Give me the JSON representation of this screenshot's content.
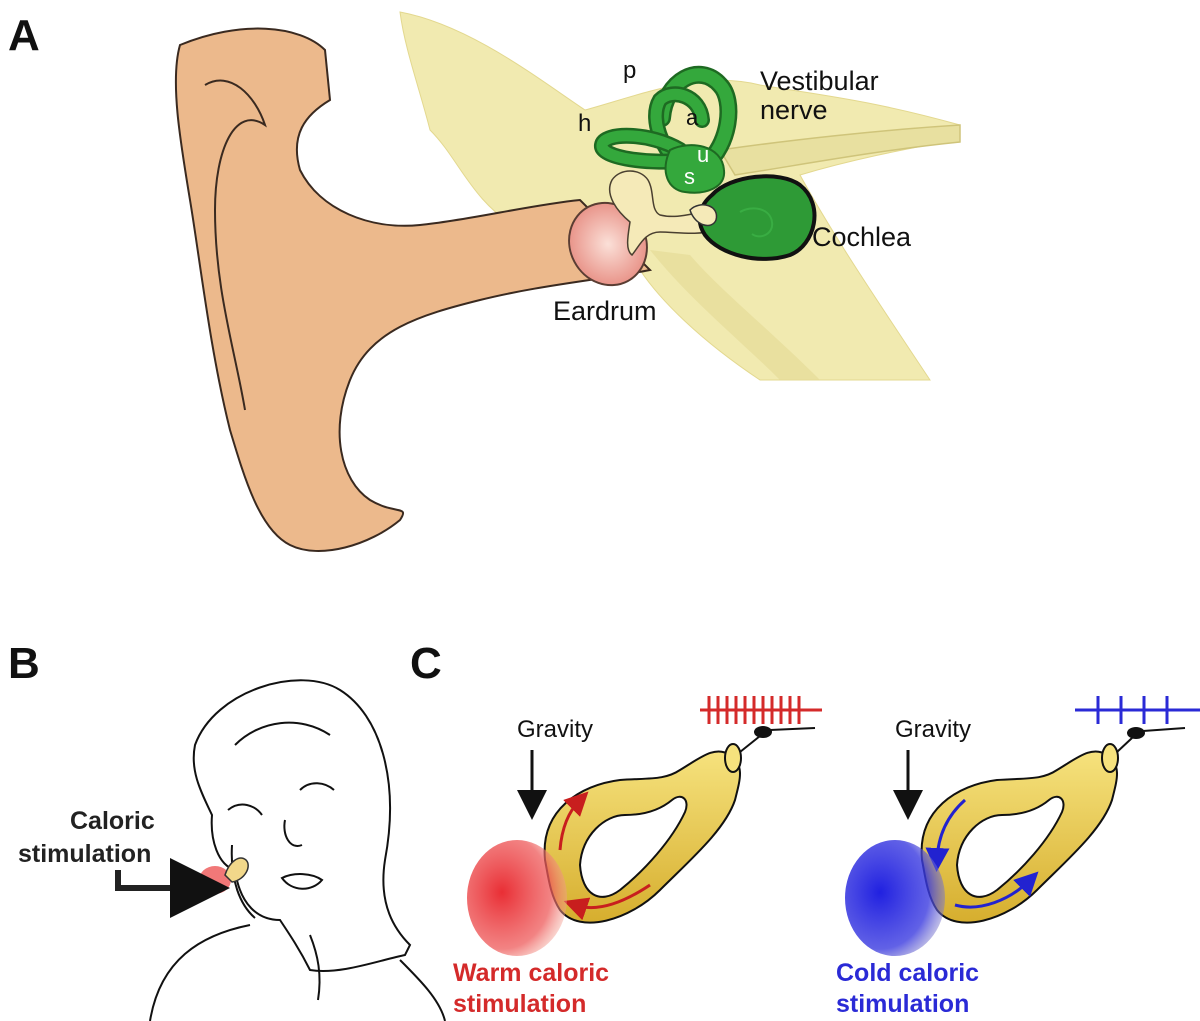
{
  "panels": {
    "a": "A",
    "b": "B",
    "c": "C"
  },
  "panel_a": {
    "canals": {
      "p": "p",
      "h": "h",
      "a": "a",
      "u": "u",
      "s": "s"
    },
    "vestibular_nerve": [
      "Vestibular",
      "nerve"
    ],
    "cochlea": "Cochlea",
    "eardrum": "Eardrum"
  },
  "panel_b": {
    "caloric": [
      "Caloric",
      "stimulation"
    ]
  },
  "panel_c": {
    "gravity_left": "Gravity",
    "gravity_right": "Gravity",
    "warm": [
      "Warm caloric",
      "stimulation"
    ],
    "cold": [
      "Cold caloric",
      "stimulation"
    ],
    "warm_spike_count": 11,
    "cold_spike_count": 4
  },
  "colors": {
    "skin": "#ecb98c",
    "bone": "#f1eab0",
    "labyrinth_green": "#2e9a36",
    "cochlea_dark": "#1d6e22",
    "eardrum": "#f0a69a",
    "canal_yellow": "#e9c94e",
    "warm_red": "#d42a2a",
    "cold_blue": "#2a2ad6"
  }
}
